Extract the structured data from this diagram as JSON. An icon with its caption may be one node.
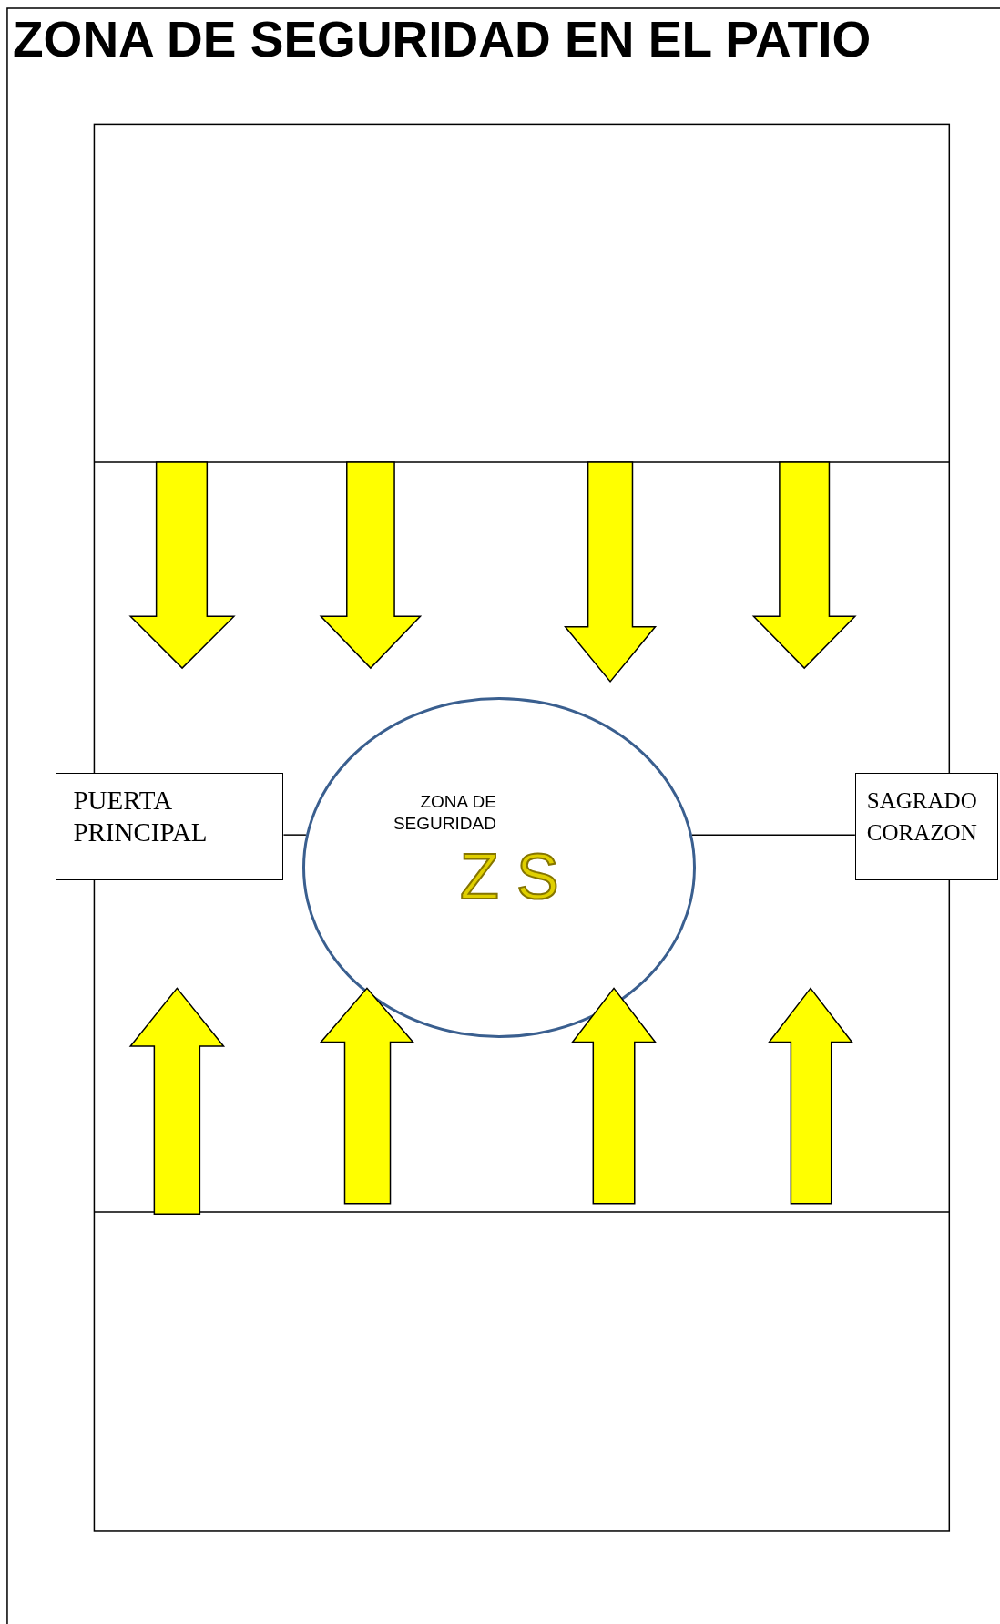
{
  "diagram": {
    "title": "ZONA DE SEGURIDAD EN EL PATIO",
    "nodes": [
      {
        "text": [
          "PUERTA PRINCIPAL"
        ]
      },
      {
        "text": [
          "ZONA DE SEGURIDAD",
          "Z S"
        ]
      },
      {
        "text": [
          "SAGRADO CORAZON"
        ]
      }
    ],
    "edges": [
      {
        "from": 0,
        "to": 1,
        "arrow": "none"
      },
      {
        "from": 1,
        "to": 2,
        "arrow": "none"
      }
    ]
  }
}
